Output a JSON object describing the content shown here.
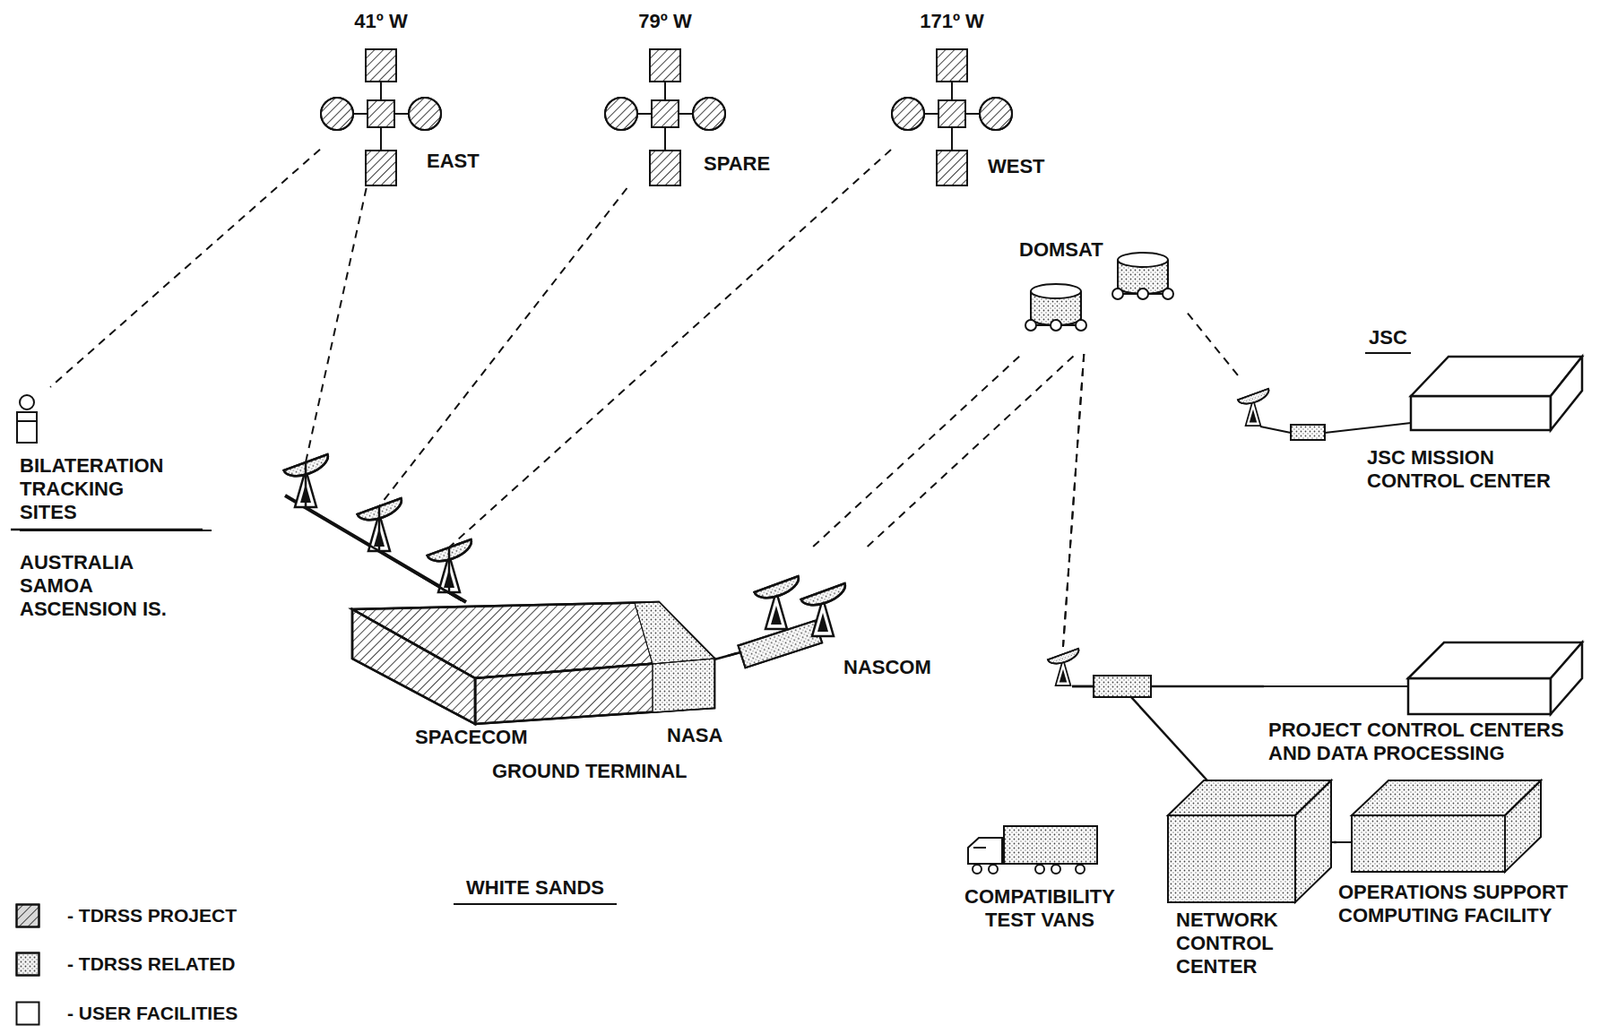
{
  "diagram": {
    "nodes": [
      {
        "text": [
          "41º W",
          "EAST"
        ]
      },
      {
        "text": [
          "79º W",
          "SPARE"
        ]
      },
      {
        "text": [
          "171º W",
          "WEST"
        ]
      },
      {
        "text": [
          "DOMSAT"
        ]
      },
      {
        "text": [
          "JSC",
          "JSC MISSION CONTROL CENTER"
        ]
      },
      {
        "text": [
          "BILATERATION TRACKING SITES",
          "AUSTRALIA SAMOA ASCENSION IS."
        ]
      },
      {
        "text": [
          "SPACECOM",
          "NASA",
          "GROUND TERMINAL"
        ]
      },
      {
        "text": [
          "NASCOM"
        ]
      },
      {
        "text": [
          "PROJECT CONTROL CENTERS AND DATA PROCESSING"
        ]
      },
      {
        "text": [
          "COMPATIBILITY TEST VANS"
        ]
      },
      {
        "text": [
          "NETWORK CONTROL CENTER"
        ]
      },
      {
        "text": [
          "OPERATIONS SUPPORT COMPUTING FACILITY"
        ]
      }
    ],
    "edges": [
      {
        "from": 0,
        "to": 5,
        "arrow": "none"
      },
      {
        "from": 0,
        "to": 6,
        "arrow": "none"
      },
      {
        "from": 1,
        "to": 6,
        "arrow": "none"
      },
      {
        "from": 2,
        "to": 6,
        "arrow": "none"
      },
      {
        "from": 6,
        "to": 7,
        "arrow": "none"
      },
      {
        "from": 7,
        "to": 3,
        "arrow": "none"
      },
      {
        "from": 7,
        "to": 3,
        "arrow": "none"
      },
      {
        "from": 3,
        "to": 4,
        "arrow": "none"
      },
      {
        "from": 3,
        "to": 8,
        "arrow": "none"
      },
      {
        "from": 3,
        "to": 10,
        "arrow": "none"
      },
      {
        "from": 10,
        "to": 11,
        "arrow": "none"
      }
    ],
    "labels": [
      "WHITE SANDS"
    ],
    "legend": [
      {
        "text": "- TDRSS PROJECT",
        "color": "#d9d9d9"
      },
      {
        "text": "- TDRSS RELATED",
        "color": "#f2f2f2"
      },
      {
        "text": "- USER FACILITIES",
        "color": "#ffffff"
      }
    ]
  }
}
